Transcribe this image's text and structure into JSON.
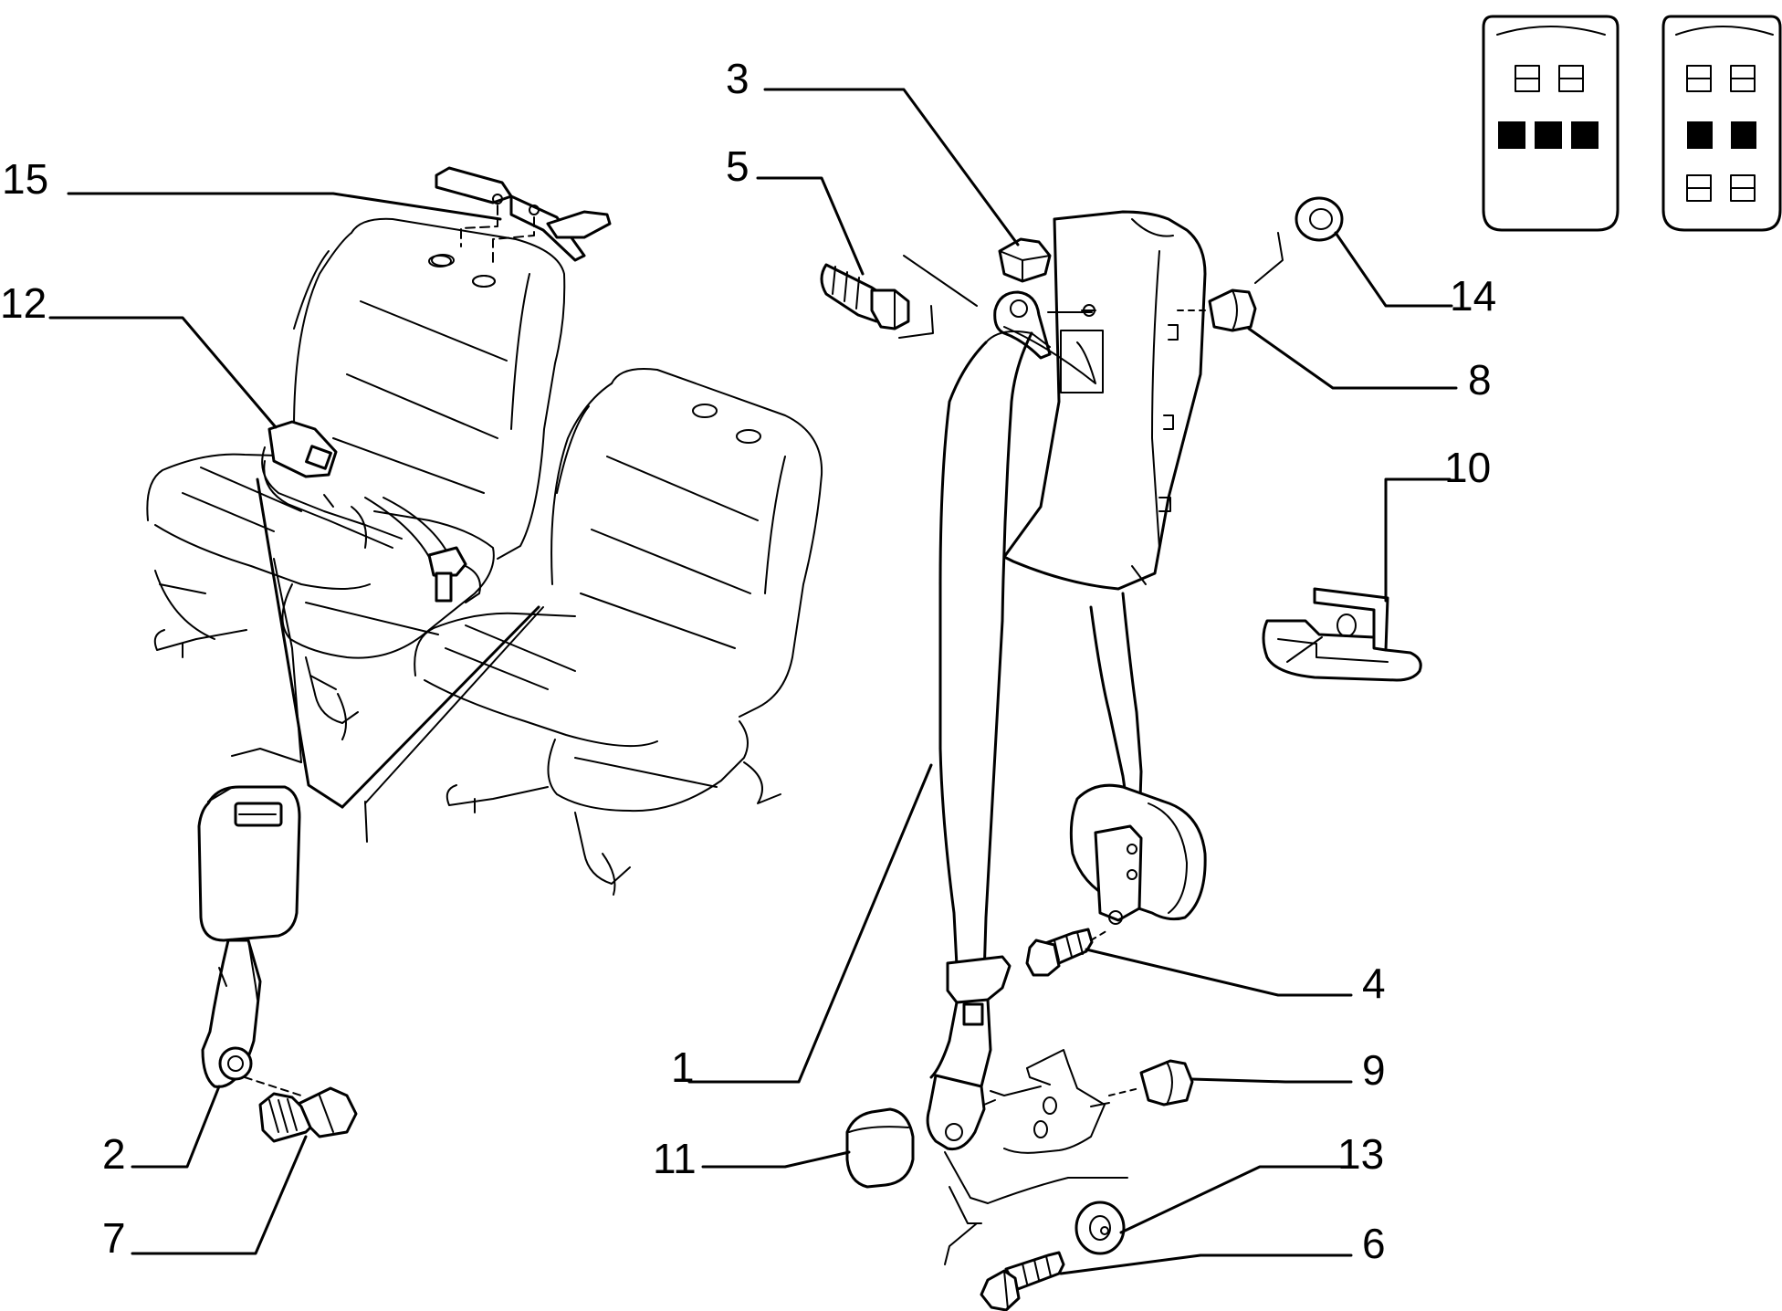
{
  "diagram": {
    "callouts": [
      {
        "id": "c1",
        "text": "1"
      },
      {
        "id": "c2",
        "text": "2"
      },
      {
        "id": "c3",
        "text": "3"
      },
      {
        "id": "c4",
        "text": "4"
      },
      {
        "id": "c5",
        "text": "5"
      },
      {
        "id": "c6",
        "text": "6"
      },
      {
        "id": "c7",
        "text": "7"
      },
      {
        "id": "c8",
        "text": "8"
      },
      {
        "id": "c9",
        "text": "9"
      },
      {
        "id": "c10",
        "text": "10"
      },
      {
        "id": "c11",
        "text": "11"
      },
      {
        "id": "c12",
        "text": "12"
      },
      {
        "id": "c13",
        "text": "13"
      },
      {
        "id": "c14",
        "text": "14"
      },
      {
        "id": "c15",
        "text": "15"
      }
    ],
    "legend_icons": [
      "seat-layout-icon-3-seat",
      "seat-layout-icon-2-seat"
    ]
  }
}
